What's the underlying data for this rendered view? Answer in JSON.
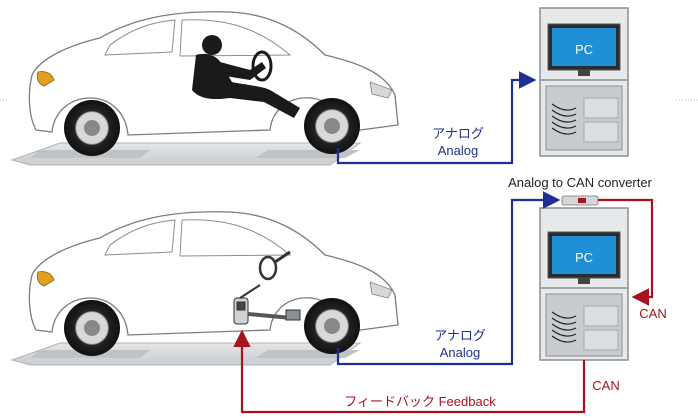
{
  "top_system": {
    "pc_label": "PC",
    "signal_label_jp": "アナログ",
    "signal_label_en": "Analog"
  },
  "converter": {
    "label": "Analog to CAN converter"
  },
  "bottom_system": {
    "pc_label": "PC",
    "signal_label_jp": "アナログ",
    "signal_label_en": "Analog",
    "can_label_right": "CAN",
    "can_label_bottom": "CAN",
    "feedback_label": "フィードバック Feedback"
  },
  "colors": {
    "analog_line": "#1f2f8f",
    "can_line": "#a5141c",
    "cabinet": "#c8ccd1",
    "cabinet_edge": "#6e7378",
    "monitor_screen": "#1f8fd6",
    "car_body": "#ffffff",
    "platform": "#d9dcdf"
  }
}
